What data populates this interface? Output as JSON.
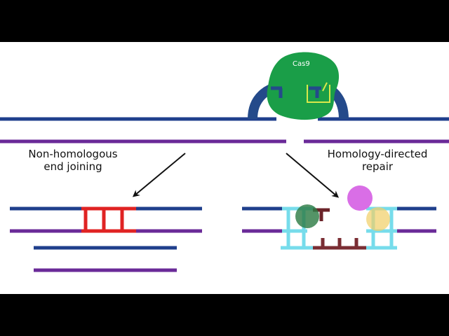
{
  "protein": {
    "label": "Cas9",
    "color": "#1a9e48",
    "guide_rna_color": "#d9e84a"
  },
  "pathways": {
    "left": {
      "line1": "Non-homologous",
      "line2": "end joining"
    },
    "right": {
      "line1": "Homology-directed",
      "line2": "repair"
    }
  },
  "colors": {
    "background": "#ffffff",
    "letterbox": "#000000",
    "strand_top": "#1f3f8c",
    "strand_bottom": "#6a2a98",
    "cas9_arch": "#244a8a",
    "inserted_bases": "#e02323",
    "template_strand": "#76dceb",
    "donor_strand": "#7a2d33",
    "factor_green": "#2e7d46",
    "factor_pink": "#d96ee6",
    "factor_yellow": "#f1d06a",
    "arrow": "#111111"
  }
}
